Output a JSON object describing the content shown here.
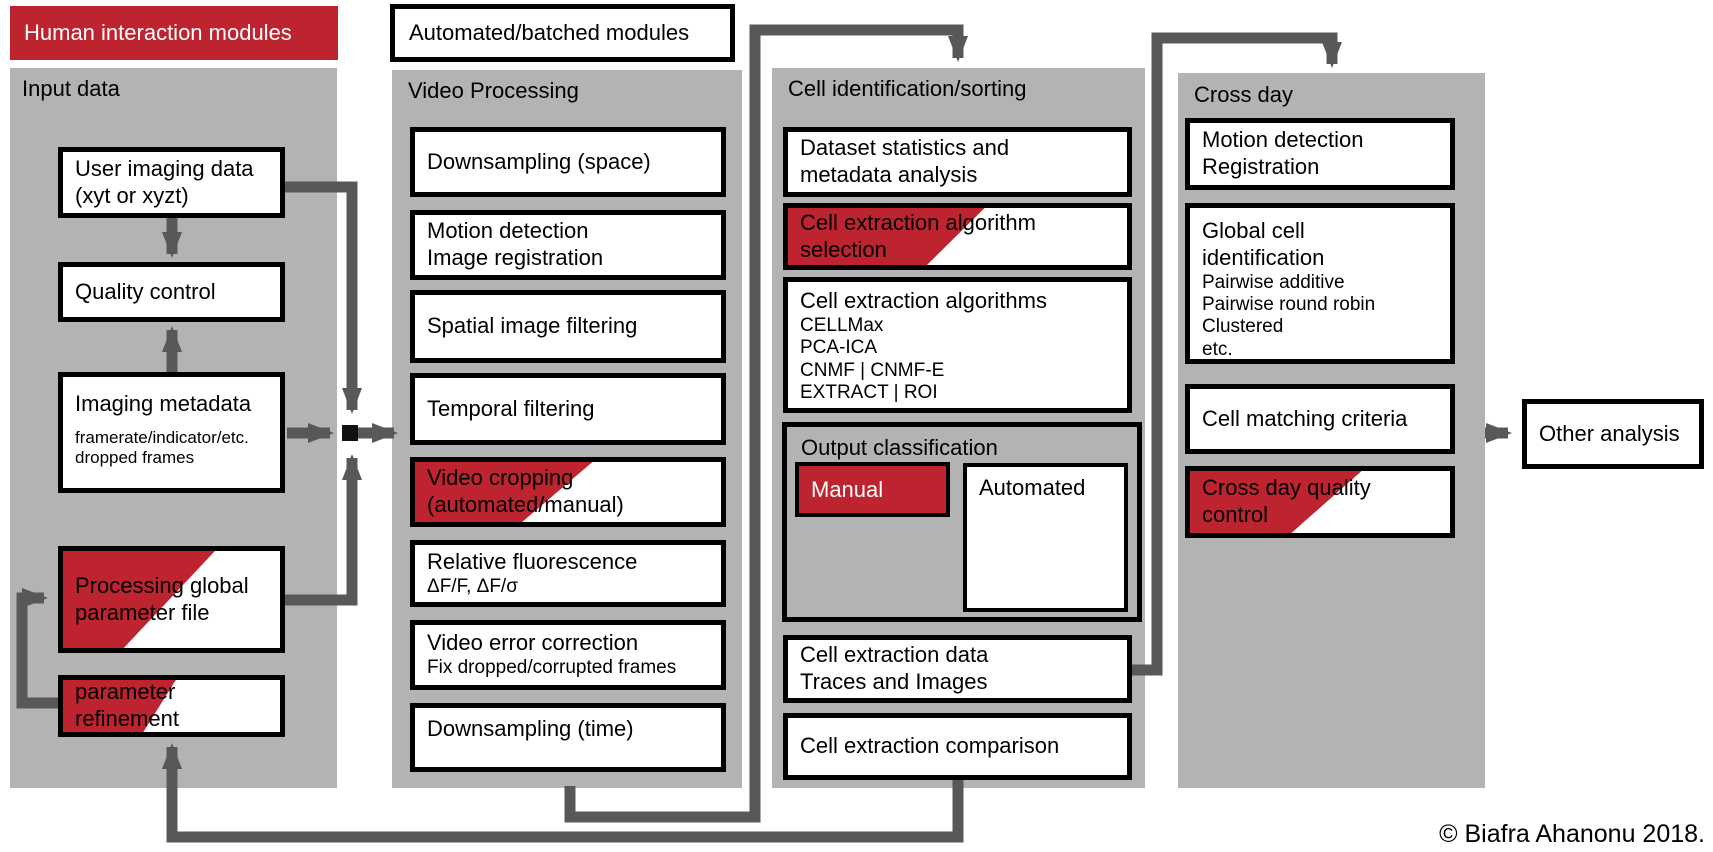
{
  "legend": {
    "human_label": "Human interaction modules",
    "automated_label": "Automated/batched modules"
  },
  "colors": {
    "accent_red": "#be2330",
    "panel_gray": "#b3b3b3",
    "line_gray": "#58585a"
  },
  "panels": {
    "input": {
      "title": "Input data",
      "user": {
        "t1": "User imaging data",
        "t2": "(xyt or xyzt)"
      },
      "quality": {
        "t1": "Quality control"
      },
      "metadata": {
        "t1": "Imaging metadata",
        "s1": "framerate/indicator/etc.",
        "s2": "dropped frames"
      },
      "proc_global": {
        "t1": "Processing global",
        "t2": "parameter file"
      },
      "refinement": {
        "t1": "parameter",
        "t2": "refinement"
      }
    },
    "video": {
      "title": "Video Processing",
      "b1": {
        "t1": "Downsampling  (space)"
      },
      "b2": {
        "t1": "Motion detection",
        "t2": "Image registration"
      },
      "b3": {
        "t1": "Spatial image  filtering"
      },
      "b4": {
        "t1": "Temporal filtering"
      },
      "b5": {
        "t1": "Video cropping",
        "t2": "(automated/manual)"
      },
      "b6": {
        "t1": "Relative fluorescence",
        "s1": "ΔF/F, ΔF/σ"
      },
      "b7": {
        "t1": "Video error correction",
        "s1": "Fix dropped/corrupted frames"
      },
      "b8": {
        "t1": "Downsampling  (time)"
      }
    },
    "cellid": {
      "title": "Cell identification/sorting",
      "c1": {
        "t1": "Dataset statistics and",
        "t2": "metadata analysis"
      },
      "c2": {
        "t1": "Cell extraction algorithm",
        "t2": "selection"
      },
      "c3": {
        "t1": "Cell extraction algorithms",
        "s1": "CELLMax",
        "s2": "PCA-ICA",
        "s3": "CNMF | CNMF-E",
        "s4": "EXTRACT | ROI"
      },
      "c4": {
        "label": "Output classification",
        "manual": "Manual",
        "automated": "Automated"
      },
      "c5": {
        "t1": "Cell extraction data",
        "t2": "Traces and Images"
      },
      "c6": {
        "t1": "Cell extraction comparison"
      }
    },
    "crossday": {
      "title": "Cross day",
      "d1": {
        "t1": "Motion detection",
        "t2": "Registration"
      },
      "d2": {
        "t1": "Global cell",
        "t2": "identification",
        "s1": "Pairwise additive",
        "s2": "Pairwise round robin",
        "s3": "Clustered",
        "s4": "etc."
      },
      "d3": {
        "t1": "Cell matching criteria"
      },
      "d4": {
        "t1": "Cross day quality",
        "t2": "control"
      }
    }
  },
  "other_analysis_label": "Other analysis",
  "copyright": "© Biafra Ahanonu 2018."
}
